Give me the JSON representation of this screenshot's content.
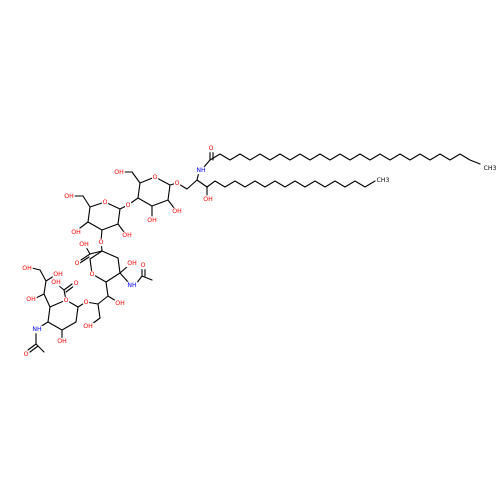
{
  "colors": {
    "bond": "#000000",
    "oxygen": "#ff0000",
    "nitrogen": "#0000ff",
    "carbon": "#000000"
  },
  "labels": {
    "chain1_ch3": "CH3",
    "chain2_ch3": "CH3",
    "nh_amide": "NH",
    "o_amide": "O",
    "oh_sphingosine": "OH",
    "o_glycosidic_cer": "O",
    "o_ring_glc": "O",
    "oh_glc_6": "OH",
    "oh_glc_3": "OH",
    "oh_glc_2": "OH",
    "o_link_glc_gal": "O",
    "o_ring_gal": "O",
    "oh_gal_6": "OH",
    "oh_gal_4": "OH",
    "oh_gal_2": "OH",
    "o_link_gal_sia1": "O",
    "o_ring_sia1": "O",
    "o_cooh_sia1_dbl": "O",
    "oh_cooh_sia1": "OH",
    "oh_sia1_4": "OH",
    "nh_sia1": "NH",
    "o_ac_sia1": "O",
    "oh_sia1_7": "OH",
    "oh_sia1_9": "OH",
    "o_link_sia1_sia2": "O",
    "o_ring_sia2": "O",
    "o_cooh_sia2_dbl": "O",
    "oh_cooh_sia2": "OH",
    "oh_sia2_4": "OH",
    "nh_sia2": "NH",
    "o_ac_sia2": "O",
    "oh_sia2_7": "OH",
    "oh_sia2_8": "OH",
    "oh_sia2_9": "OH"
  }
}
